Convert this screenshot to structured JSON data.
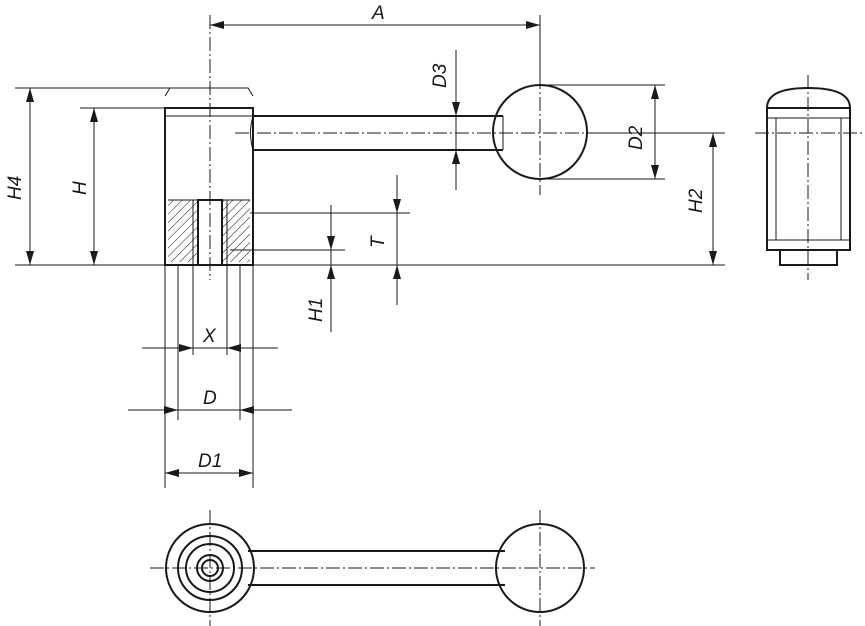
{
  "drawing": {
    "labels": {
      "A": "A",
      "D3": "D3",
      "D2": "D2",
      "H4": "H4",
      "H": "H",
      "H2": "H2",
      "T": "T",
      "H1": "H1",
      "X": "X",
      "D": "D",
      "D1": "D1"
    }
  }
}
